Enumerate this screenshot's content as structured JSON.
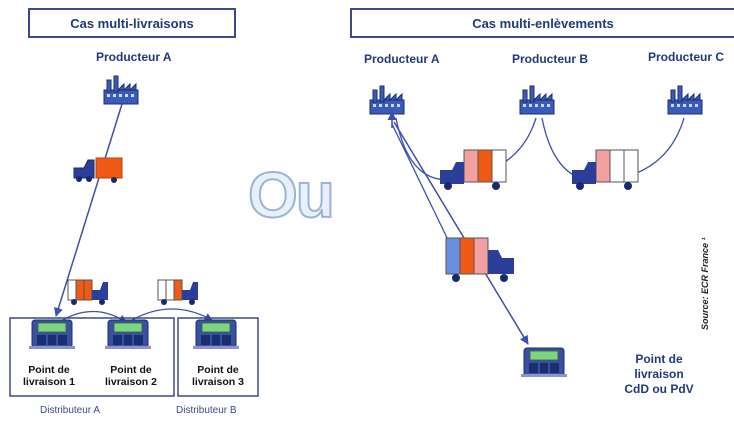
{
  "left_panel": {
    "title": "Cas multi-livraisons",
    "producer": "Producteur A",
    "delivery_points": [
      {
        "label_line1": "Point de",
        "label_line2": "livraison 1"
      },
      {
        "label_line1": "Point de",
        "label_line2": "livraison 2"
      },
      {
        "label_line1": "Point de",
        "label_line2": "livraison 3"
      }
    ],
    "distributors": [
      "Distributeur A",
      "Distributeur B"
    ]
  },
  "separator_text": "Ou",
  "right_panel": {
    "title": "Cas multi-enlèvements",
    "producers": [
      "Producteur A",
      "Producteur B",
      "Producteur C"
    ],
    "delivery_point": {
      "line1": "Point de",
      "line2": "livraison",
      "line3": "CdD ou PdV"
    }
  },
  "source_note": "Source: ECR France ¹",
  "colors": {
    "navy": "#1f3a7a",
    "orange": "#f05a14",
    "pink": "#f2a0a0",
    "blue": "#6b8fe0",
    "box_border": "#3b4a8a"
  }
}
